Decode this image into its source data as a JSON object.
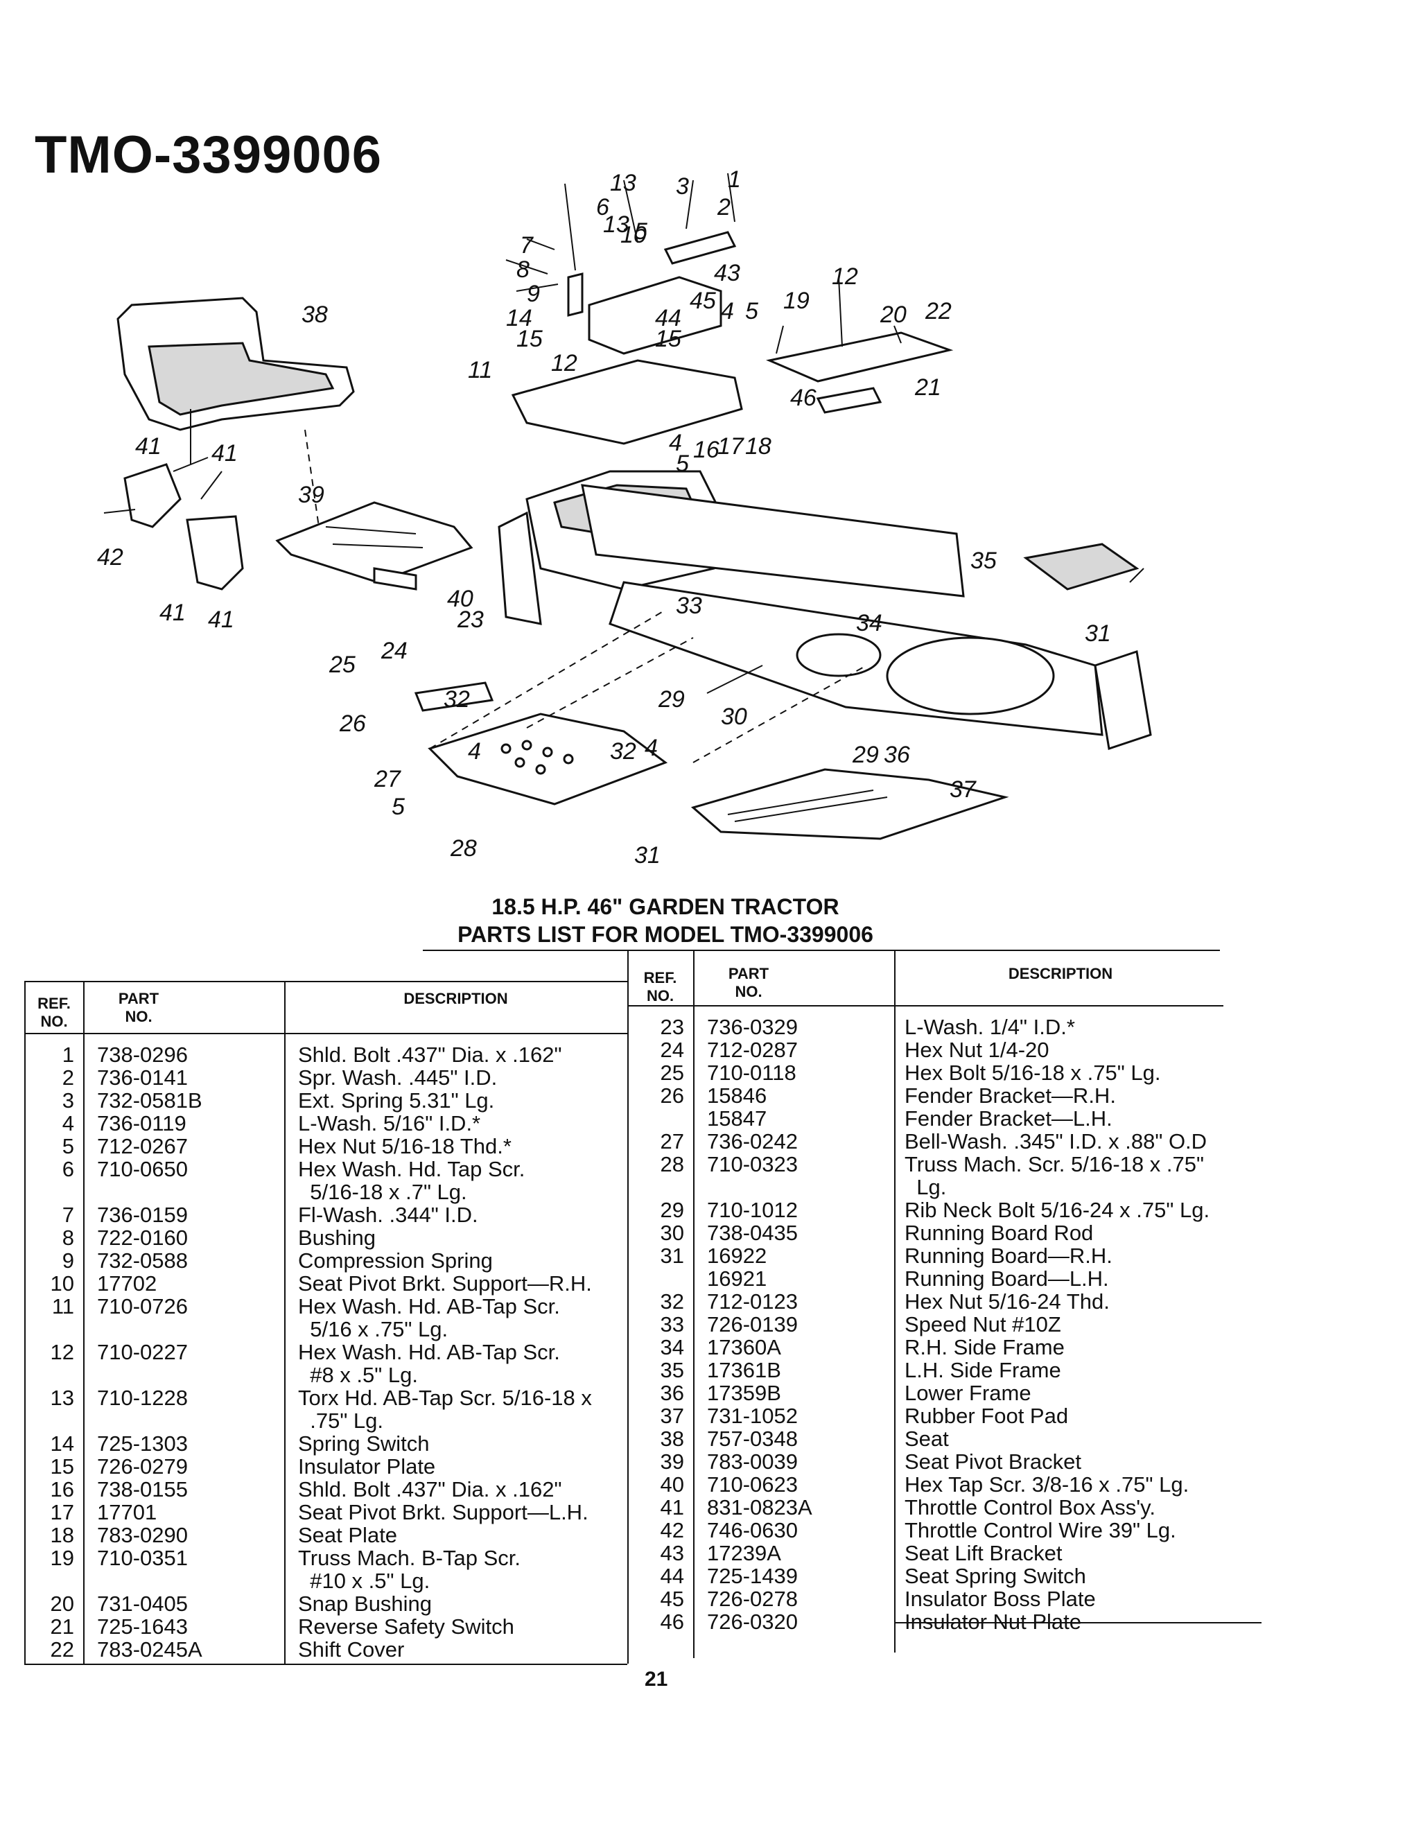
{
  "model_title": "TMO-3399006",
  "caption_line1": "18.5 H.P. 46\" GARDEN TRACTOR",
  "caption_line2": "PARTS LIST FOR MODEL TMO-3399006",
  "headers": {
    "ref_line1": "REF.",
    "ref_line2": "NO.",
    "part_line1": "PART",
    "part_line2": "NO.",
    "description": "DESCRIPTION"
  },
  "page_number": "21",
  "callouts": [
    "13",
    "3",
    "1",
    "6",
    "13",
    "2",
    "10",
    "5",
    "7",
    "8",
    "43",
    "9",
    "14",
    "45",
    "4",
    "5",
    "19",
    "12",
    "20",
    "22",
    "15",
    "44",
    "15",
    "38",
    "12",
    "11",
    "46",
    "21",
    "4",
    "16",
    "17",
    "18",
    "5",
    "41",
    "41",
    "39",
    "42",
    "35",
    "41",
    "41",
    "40",
    "33",
    "23",
    "34",
    "31",
    "24",
    "25",
    "32",
    "29",
    "26",
    "30",
    "32",
    "4",
    "4",
    "29",
    "36",
    "27",
    "37",
    "5",
    "28",
    "31"
  ],
  "left_rows": [
    {
      "ref": "1",
      "part": "738-0296",
      "desc": "Shld. Bolt .437\" Dia. x .162\""
    },
    {
      "ref": "2",
      "part": "736-0141",
      "desc": "Spr. Wash. .445\" I.D."
    },
    {
      "ref": "3",
      "part": "732-0581B",
      "desc": "Ext. Spring 5.31\" Lg."
    },
    {
      "ref": "4",
      "part": "736-0119",
      "desc": "L-Wash. 5/16\" I.D.*"
    },
    {
      "ref": "5",
      "part": "712-0267",
      "desc": "Hex Nut 5/16-18 Thd.*"
    },
    {
      "ref": "6",
      "part": "710-0650",
      "desc": "Hex Wash. Hd. Tap Scr."
    },
    {
      "ref": "",
      "part": "",
      "desc": "  5/16-18 x .7\" Lg."
    },
    {
      "ref": "7",
      "part": "736-0159",
      "desc": "Fl-Wash. .344\" I.D."
    },
    {
      "ref": "8",
      "part": "722-0160",
      "desc": "Bushing"
    },
    {
      "ref": "9",
      "part": "732-0588",
      "desc": "Compression Spring"
    },
    {
      "ref": "10",
      "part": "17702",
      "desc": "Seat Pivot Brkt. Support—R.H."
    },
    {
      "ref": "11",
      "part": "710-0726",
      "desc": "Hex Wash. Hd. AB-Tap Scr."
    },
    {
      "ref": "",
      "part": "",
      "desc": "  5/16 x .75\" Lg."
    },
    {
      "ref": "12",
      "part": "710-0227",
      "desc": "Hex Wash. Hd. AB-Tap Scr."
    },
    {
      "ref": "",
      "part": "",
      "desc": "  #8 x .5\" Lg."
    },
    {
      "ref": "13",
      "part": "710-1228",
      "desc": "Torx Hd. AB-Tap Scr. 5/16-18 x"
    },
    {
      "ref": "",
      "part": "",
      "desc": "  .75\" Lg."
    },
    {
      "ref": "14",
      "part": "725-1303",
      "desc": "Spring Switch"
    },
    {
      "ref": "15",
      "part": "726-0279",
      "desc": "Insulator Plate"
    },
    {
      "ref": "16",
      "part": "738-0155",
      "desc": "Shld. Bolt .437\" Dia. x .162\""
    },
    {
      "ref": "17",
      "part": "17701",
      "desc": "Seat Pivot Brkt. Support—L.H."
    },
    {
      "ref": "18",
      "part": "783-0290",
      "desc": "Seat Plate"
    },
    {
      "ref": "19",
      "part": "710-0351",
      "desc": "Truss Mach. B-Tap Scr."
    },
    {
      "ref": "",
      "part": "",
      "desc": "  #10 x .5\" Lg."
    },
    {
      "ref": "20",
      "part": "731-0405",
      "desc": "Snap Bushing"
    },
    {
      "ref": "21",
      "part": "725-1643",
      "desc": "Reverse Safety Switch"
    },
    {
      "ref": "22",
      "part": "783-0245A",
      "desc": "Shift Cover"
    }
  ],
  "right_rows": [
    {
      "ref": "23",
      "part": "736-0329",
      "desc": "L-Wash. 1/4\" I.D.*"
    },
    {
      "ref": "24",
      "part": "712-0287",
      "desc": "Hex Nut 1/4-20"
    },
    {
      "ref": "25",
      "part": "710-0118",
      "desc": "Hex Bolt 5/16-18 x .75\" Lg."
    },
    {
      "ref": "26",
      "part": "15846",
      "desc": "Fender Bracket—R.H."
    },
    {
      "ref": "",
      "part": "15847",
      "desc": "Fender Bracket—L.H."
    },
    {
      "ref": "27",
      "part": "736-0242",
      "desc": "Bell-Wash. .345\" I.D. x .88\" O.D"
    },
    {
      "ref": "28",
      "part": "710-0323",
      "desc": "Truss Mach. Scr. 5/16-18 x .75\""
    },
    {
      "ref": "",
      "part": "",
      "desc": "  Lg."
    },
    {
      "ref": "29",
      "part": "710-1012",
      "desc": "Rib Neck Bolt 5/16-24 x .75\" Lg."
    },
    {
      "ref": "30",
      "part": "738-0435",
      "desc": "Running Board Rod"
    },
    {
      "ref": "31",
      "part": "16922",
      "desc": "Running Board—R.H."
    },
    {
      "ref": "",
      "part": "16921",
      "desc": "Running Board—L.H."
    },
    {
      "ref": "32",
      "part": "712-0123",
      "desc": "Hex Nut 5/16-24 Thd."
    },
    {
      "ref": "33",
      "part": "726-0139",
      "desc": "Speed Nut #10Z"
    },
    {
      "ref": "34",
      "part": "17360A",
      "desc": "R.H. Side Frame"
    },
    {
      "ref": "35",
      "part": "17361B",
      "desc": "L.H. Side Frame"
    },
    {
      "ref": "36",
      "part": "17359B",
      "desc": "Lower Frame"
    },
    {
      "ref": "37",
      "part": "731-1052",
      "desc": "Rubber Foot Pad"
    },
    {
      "ref": "38",
      "part": "757-0348",
      "desc": "Seat"
    },
    {
      "ref": "39",
      "part": "783-0039",
      "desc": "Seat Pivot Bracket"
    },
    {
      "ref": "40",
      "part": "710-0623",
      "desc": "Hex Tap Scr. 3/8-16 x .75\" Lg."
    },
    {
      "ref": "41",
      "part": "831-0823A",
      "desc": "Throttle Control Box Ass'y."
    },
    {
      "ref": "42",
      "part": "746-0630",
      "desc": "Throttle Control Wire 39\" Lg."
    },
    {
      "ref": "43",
      "part": "17239A",
      "desc": "Seat Lift Bracket"
    },
    {
      "ref": "44",
      "part": "725-1439",
      "desc": "Seat Spring Switch"
    },
    {
      "ref": "45",
      "part": "726-0278",
      "desc": "Insulator Boss Plate"
    },
    {
      "ref": "46",
      "part": "726-0320",
      "desc": "Insulator Nut Plate"
    }
  ]
}
